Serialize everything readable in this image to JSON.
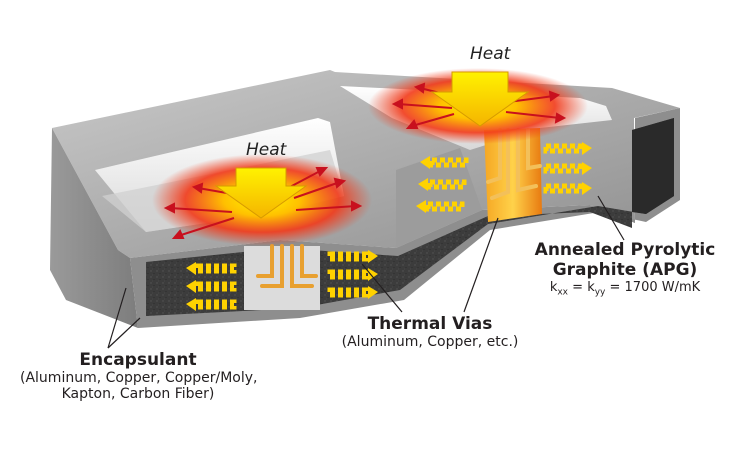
{
  "heat_labels": {
    "left": "Heat",
    "right": "Heat"
  },
  "apg": {
    "title_line1": "Annealed Pyrolytic",
    "title_line2": "Graphite (APG)",
    "k_symbol": "k",
    "k_sub_xx": "xx",
    "equals": " = ",
    "k_sub_yy": "yy",
    "k_value": " = 1700 W/mK"
  },
  "vias": {
    "title": "Thermal Vias",
    "materials": "(Aluminum, Copper, etc.)"
  },
  "encapsulant": {
    "title": "Encapsulant",
    "materials_line1": "(Aluminum, Copper, Copper/Moly,",
    "materials_line2": "Kapton, Carbon Fiber)"
  },
  "colors": {
    "encapsulant_gray": "#9a9a9a",
    "apg_dark": "#3a3a3a",
    "heat_yellow": "#ffe000",
    "heat_red": "#e02020",
    "arrow_red": "#c8101e",
    "via_orange": "#f07c10"
  }
}
